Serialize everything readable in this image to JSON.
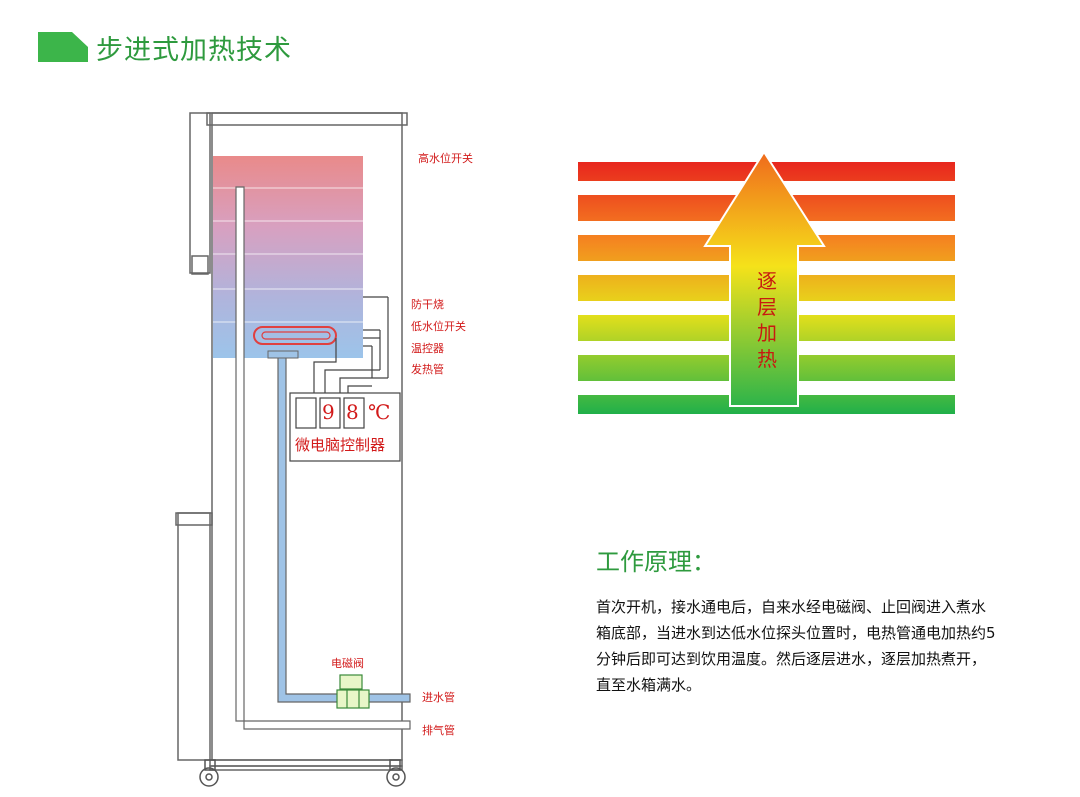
{
  "header": {
    "title": "步进式加热技术",
    "accent_color": "#3cb54a"
  },
  "diagram": {
    "labels": {
      "high_level_switch": "高水位开关",
      "anti_dry": "防干烧",
      "low_level_switch": "低水位开关",
      "thermostat": "温控器",
      "heating_tube": "发热管",
      "solenoid_valve": "电磁阀",
      "inlet_pipe": "进水管",
      "exhaust_pipe": "排气管"
    },
    "controller": {
      "d1": "9",
      "d2": "8",
      "unit": "℃",
      "label": "微电脑控制器"
    }
  },
  "gradient_panel": {
    "arrow_text": "逐层加热"
  },
  "principle": {
    "title": "工作原理：",
    "text": "首次开机，接水通电后，自来水经电磁阀、止回阀进入煮水箱底部，当进水到达低水位探头位置时，电热管通电加热约5分钟后即可达到饮用温度。然后逐层进水，逐层加热煮开，直至水箱满水。"
  }
}
